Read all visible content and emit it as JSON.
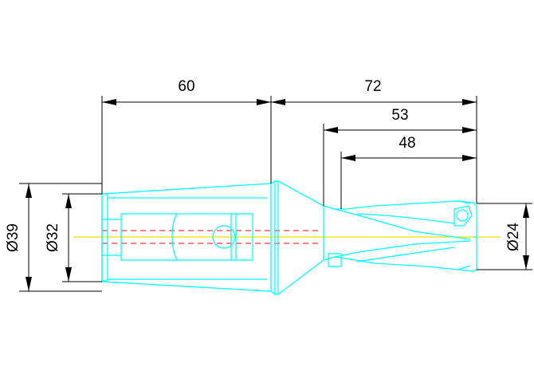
{
  "dimensions": {
    "length_shank": "60",
    "length_total": "72",
    "length_53": "53",
    "length_48": "48",
    "dia_39": "Ø39",
    "dia_32": "Ø32",
    "dia_24": "Ø24"
  },
  "colors": {
    "outline": "#00ffff",
    "dimension": "#000000",
    "axis": "#f0e000",
    "hidden_line": "#ff0000",
    "background": "#ffffff"
  }
}
